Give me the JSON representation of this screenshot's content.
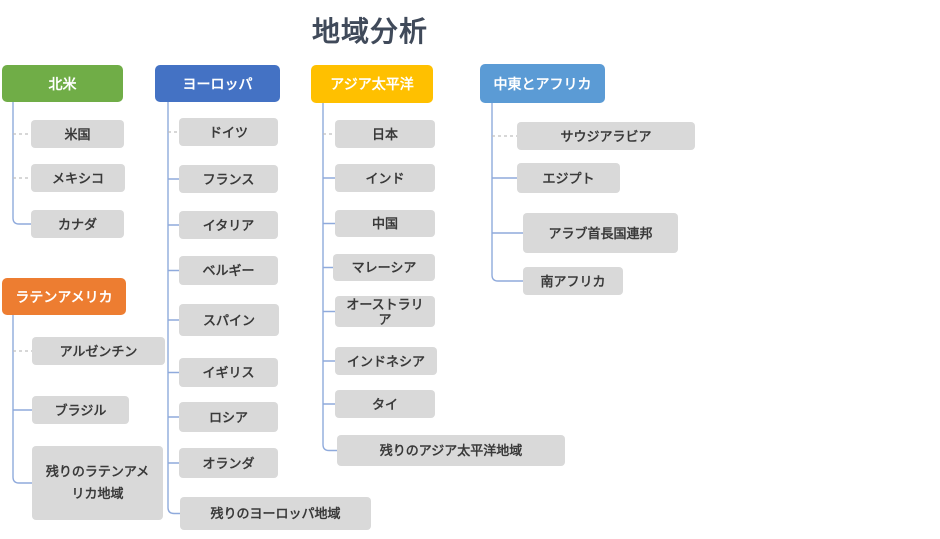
{
  "title": "地域分析",
  "colors": {
    "title_text": "#404a5a",
    "connector": "#8faadc",
    "dashed_connector": "#bfbfbf",
    "child_bg": "#d9d9d9",
    "child_text": "#3a3a3a",
    "header_text": "#ffffff",
    "north_america": "#70ad47",
    "europe": "#4472c4",
    "asia_pacific": "#ffc000",
    "middle_east_africa": "#5b9bd5",
    "latin_america": "#ed7d31"
  },
  "regions": [
    {
      "label": "北米",
      "color": "#70ad47",
      "children": [
        "米国",
        "メキシコ",
        "カナダ"
      ]
    },
    {
      "label": "ヨーロッパ",
      "color": "#4472c4",
      "children": [
        "ドイツ",
        "フランス",
        "イタリア",
        "ベルギー",
        "スパイン",
        "イギリス",
        "ロシア",
        "オランダ",
        "残りのヨーロッパ地域"
      ]
    },
    {
      "label": "アジア太平洋",
      "color": "#ffc000",
      "children": [
        "日本",
        "インド",
        "中国",
        "マレーシア",
        "オーストラリア",
        "インドネシア",
        "タイ",
        "残りのアジア太平洋地域"
      ]
    },
    {
      "label": "中東とアフリカ",
      "color": "#5b9bd5",
      "children": [
        "サウジアラビア",
        "エジプト",
        "アラブ首長国連邦",
        "南アフリカ"
      ]
    },
    {
      "label": "ラテンアメリカ",
      "color": "#ed7d31",
      "children": [
        "アルゼンチン",
        "ブラジル",
        "残りのラテンアメリカ地域"
      ]
    }
  ]
}
